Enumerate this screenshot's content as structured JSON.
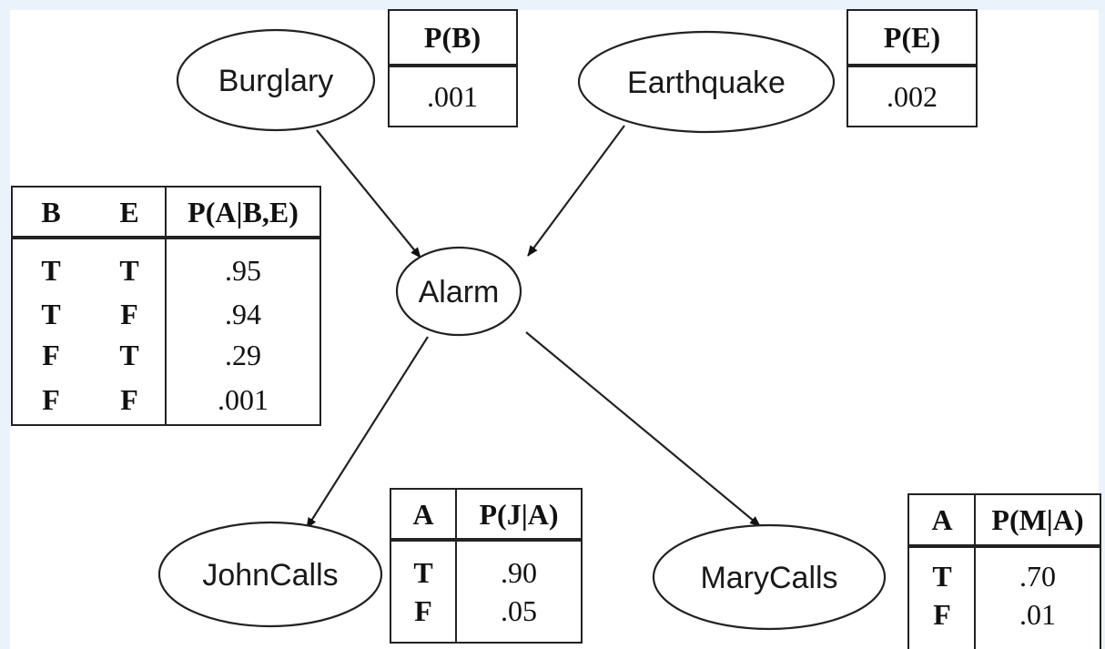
{
  "diagram": {
    "type": "bayesian-network",
    "nodes": [
      {
        "id": "burglary",
        "label": "Burglary"
      },
      {
        "id": "earthquake",
        "label": "Earthquake"
      },
      {
        "id": "alarm",
        "label": "Alarm"
      },
      {
        "id": "johncalls",
        "label": "JohnCalls"
      },
      {
        "id": "marycalls",
        "label": "MaryCalls"
      }
    ],
    "edges": [
      {
        "from": "burglary",
        "to": "alarm"
      },
      {
        "from": "earthquake",
        "to": "alarm"
      },
      {
        "from": "alarm",
        "to": "johncalls"
      },
      {
        "from": "alarm",
        "to": "marycalls"
      }
    ],
    "cpts": {
      "burglary": {
        "headers": [
          "P(B)"
        ],
        "rows": [
          [
            ".001"
          ]
        ]
      },
      "earthquake": {
        "headers": [
          "P(E)"
        ],
        "rows": [
          [
            ".002"
          ]
        ]
      },
      "alarm": {
        "headers": [
          "B",
          "E",
          "P(A|B,E)"
        ],
        "rows": [
          [
            "T",
            "T",
            ".95"
          ],
          [
            "T",
            "F",
            ".94"
          ],
          [
            "F",
            "T",
            ".29"
          ],
          [
            "F",
            "F",
            ".001"
          ]
        ]
      },
      "johncalls": {
        "headers": [
          "A",
          "P(J|A)"
        ],
        "rows": [
          [
            "T",
            ".90"
          ],
          [
            "F",
            ".05"
          ]
        ]
      },
      "marycalls": {
        "headers": [
          "A",
          "P(M|A)"
        ],
        "rows": [
          [
            "T",
            ".70"
          ],
          [
            "F",
            ".01"
          ]
        ]
      }
    }
  }
}
